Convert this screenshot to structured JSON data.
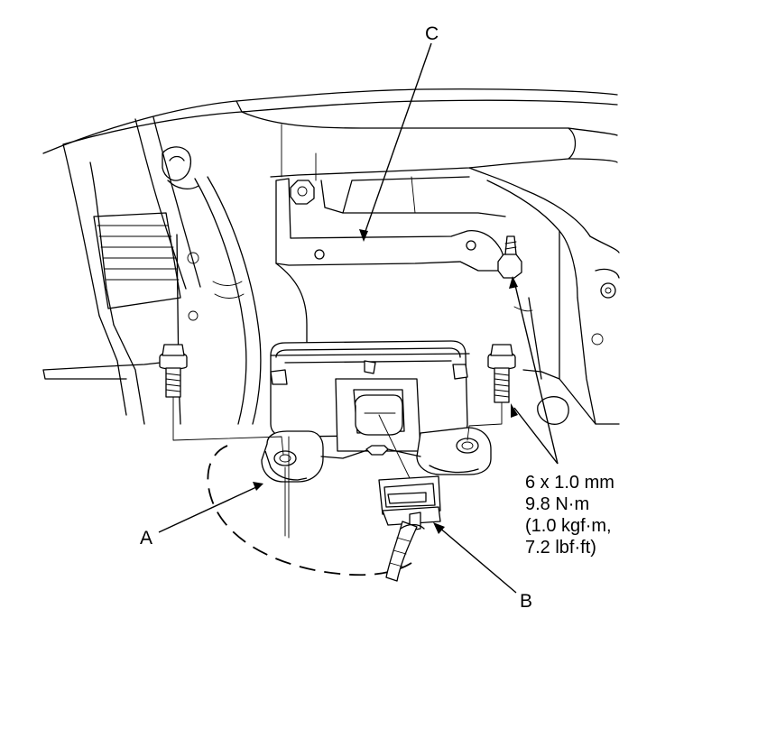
{
  "callouts": {
    "a": "A",
    "b": "B",
    "c": "C"
  },
  "torque_spec": {
    "bolt_size": "6 x 1.0 mm",
    "torque_nm": "9.8 N·m",
    "torque_kgfm": "(1.0 kgf·m,",
    "torque_lbfft": "7.2 lbf·ft)"
  }
}
